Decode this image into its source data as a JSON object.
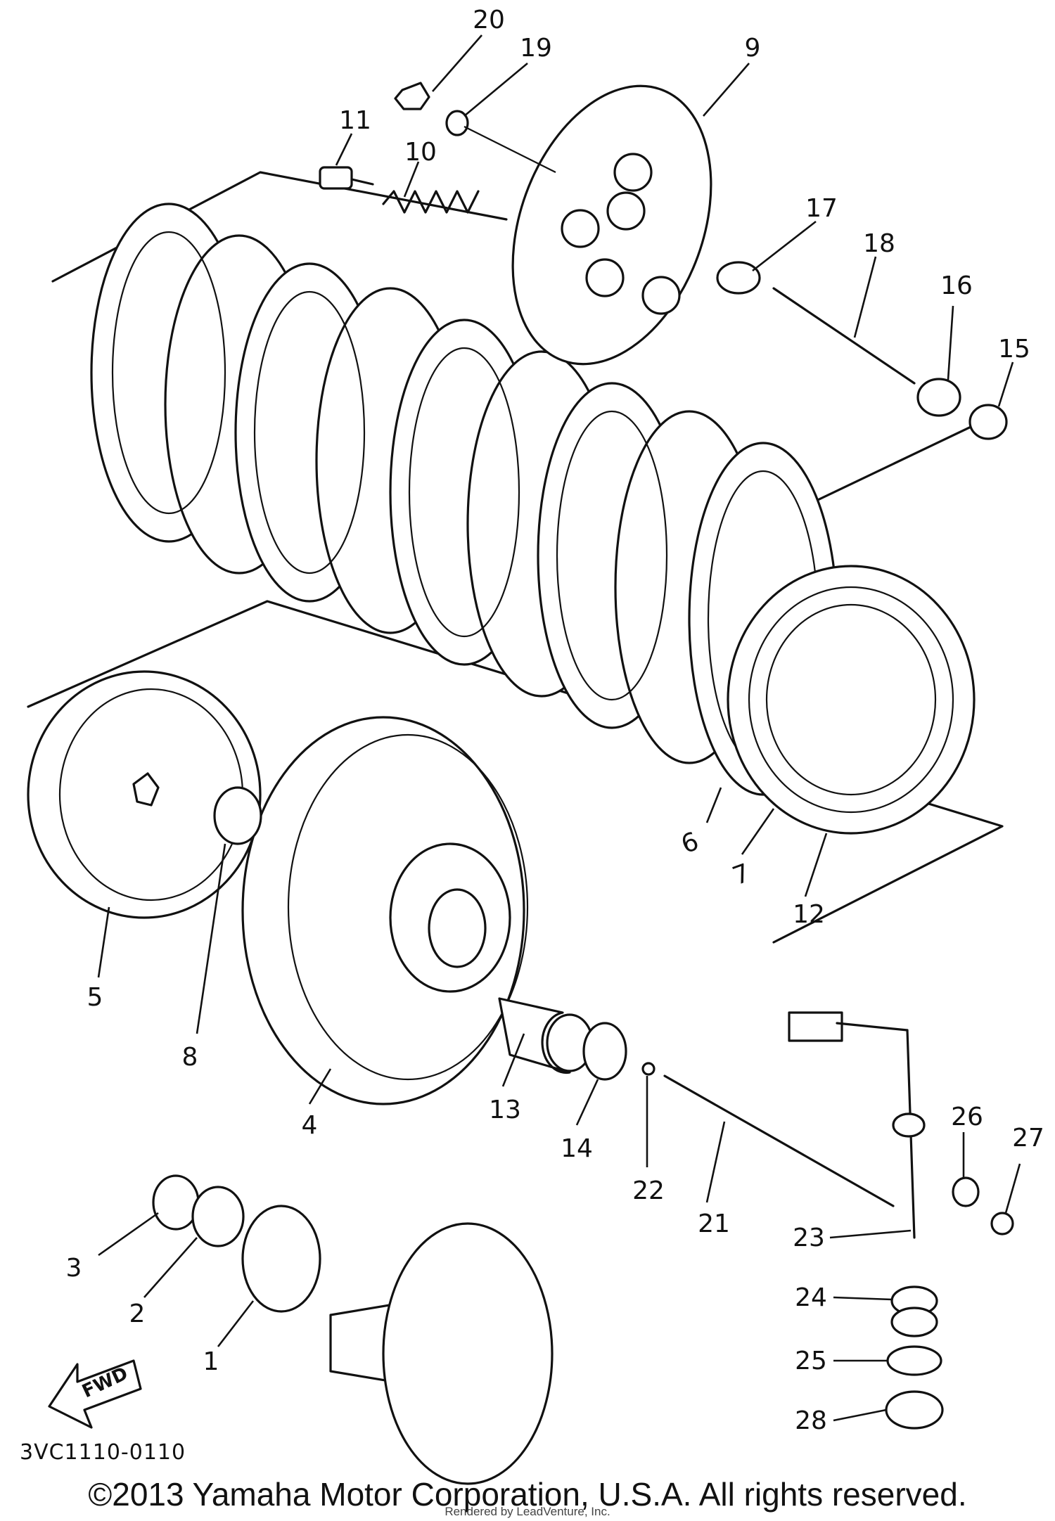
{
  "diagram": {
    "code": "3VC1110-0110",
    "copyright": "©2013 Yamaha Motor Corporation, U.S.A. All rights reserved.",
    "rendered_by": "Rendered by LeadVenture, Inc.",
    "direction_label": "FWD",
    "callouts": [
      "20",
      "19",
      "9",
      "11",
      "10",
      "17",
      "18",
      "16",
      "15",
      "5",
      "8",
      "6",
      "7",
      "12",
      "4",
      "13",
      "14",
      "22",
      "21",
      "26",
      "27",
      "23",
      "24",
      "25",
      "28",
      "3",
      "2",
      "1"
    ]
  }
}
